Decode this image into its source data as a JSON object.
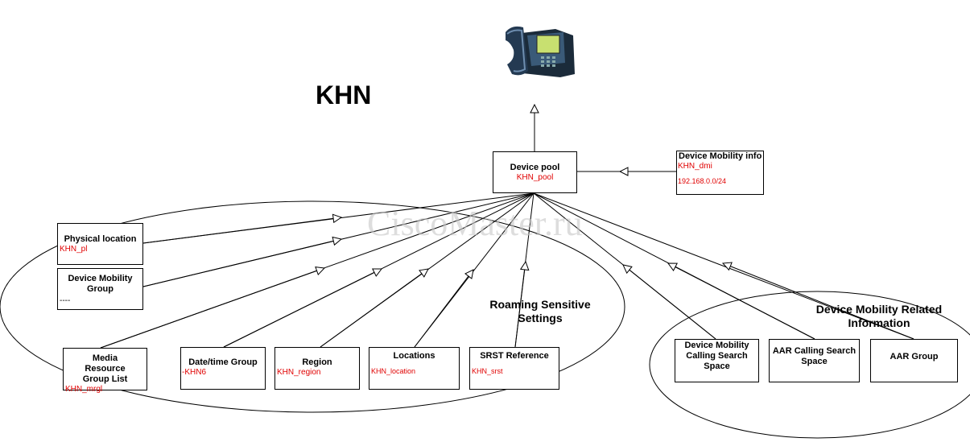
{
  "title": "KHN",
  "watermark": "CiscoMaster.ru",
  "roaming_label": "Roaming Sensitive Settings",
  "dmri_label": "Device Mobility Related Information",
  "device_pool": {
    "title": "Device pool",
    "value": "KHN_pool"
  },
  "dmi": {
    "title": "Device Mobility info",
    "value": "KHN_dmi",
    "subnet": "192.168.0.0/24"
  },
  "physical_location": {
    "title": "Physical location",
    "value": "KHN_pl"
  },
  "dmg": {
    "title": "Device Mobility Group",
    "value": "----"
  },
  "mrgl": {
    "title": "Media Resource Group List",
    "value": "KHN_mrgl"
  },
  "datetime": {
    "title": "Date/time Group",
    "value": "-KHN6"
  },
  "region": {
    "title": "Region",
    "value": "KHN_region"
  },
  "locations": {
    "title": "Locations",
    "value": "KHN_location"
  },
  "srst": {
    "title": "SRST Reference",
    "value": "KHN_srst"
  },
  "dm_css": {
    "title": "Device Mobility Calling Search Space"
  },
  "aar_css": {
    "title": "AAR Calling Search Space"
  },
  "aar_group": {
    "title": "AAR Group"
  },
  "colors": {
    "value_text": "#e00000",
    "lines": "#000000"
  }
}
